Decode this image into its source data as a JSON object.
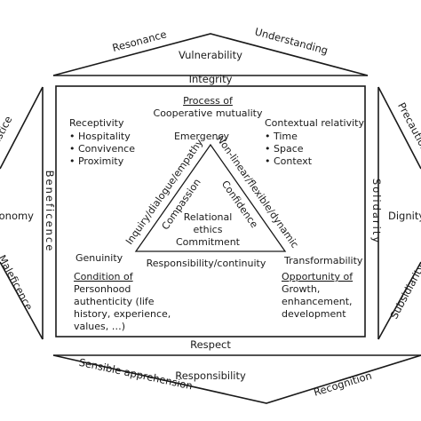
{
  "outer": {
    "top_left_edge": "Resonance",
    "top_right_edge": "Understanding",
    "top_center": "Vulnerability",
    "left_upper_edge": "Justice",
    "left_center": "Autonomy",
    "left_lower_edge": "Maleficence",
    "right_upper_edge": "Precaution",
    "right_center": "Dignity",
    "right_lower_edge": "Subsidiarity",
    "bottom_left_edge": "Sensible apprehension",
    "bottom_right_edge": "Recognition",
    "bottom_center": "Responsibility"
  },
  "box": {
    "top_label": "Integrity",
    "bottom_label": "Respect",
    "left_label": "Beneficence",
    "right_label": "Solidarity"
  },
  "process": {
    "heading": "Process of",
    "subheading": "Cooperative mutuality"
  },
  "receptivity": {
    "title": "Receptivity",
    "items": [
      "• Hospitality",
      "• Convivence",
      "• Proximity"
    ]
  },
  "contextual": {
    "title": "Contextual relativity",
    "items": [
      "• Time",
      "• Space",
      "• Context"
    ]
  },
  "triangle": {
    "apex": "Emergency",
    "left_outer": "Inquiry/dialogue/empathy",
    "left_inner": "Compassion",
    "right_outer": "Non-linear/flexible/dynamic",
    "right_inner": "Confidence",
    "center_line1": "Relational",
    "center_line2": "ethics",
    "center_line3": "Commitment",
    "base": "Responsibility/continuity",
    "left_corner": "Genuinity",
    "right_corner": "Transformability"
  },
  "condition": {
    "heading": "Condition of",
    "lines": [
      "Personhood",
      "authenticity (life",
      "history, experience,",
      "values, …)"
    ]
  },
  "opportunity": {
    "heading": "Opportunity of",
    "lines": [
      "Growth,",
      "enhancement,",
      "development"
    ]
  }
}
